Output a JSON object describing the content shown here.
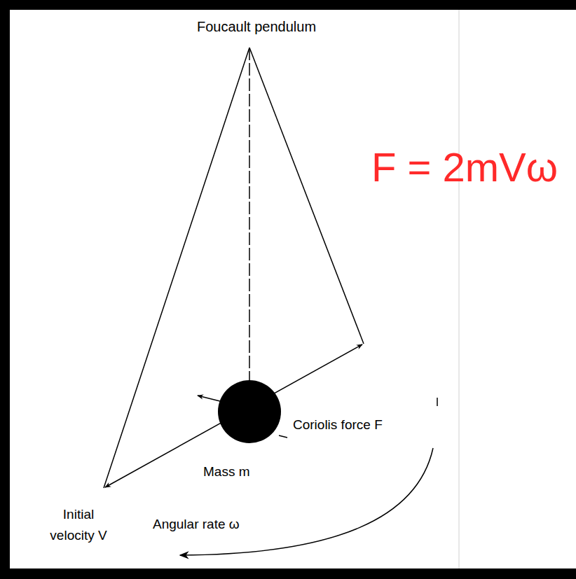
{
  "diagram": {
    "labels": [
      "Foucault pendulum",
      "F = 2mVω",
      "Coriolis force F",
      "Mass m",
      "Initial velocity V",
      "Angular rate ω"
    ]
  }
}
